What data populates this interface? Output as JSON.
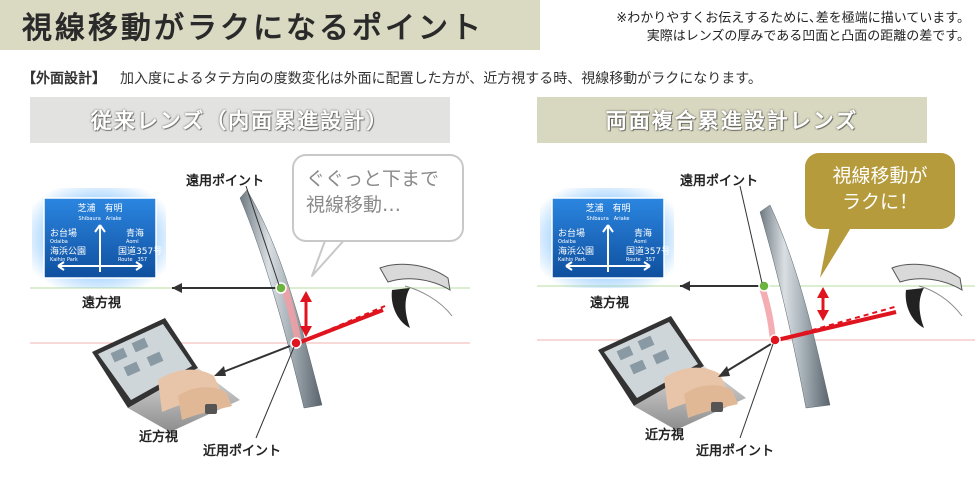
{
  "header": {
    "title": "視線移動がラクになるポイント",
    "note_line1": "※わかりやすくお伝えするために､差を極端に描いています。",
    "note_line2": "実際はレンズの厚みである凹面と凸面の距離の差です。"
  },
  "intro": {
    "tag": "【外面設計】",
    "text": "加入度によるタテ方向の度数変化は外面に配置した方が、近方視する時、視線移動がラクになります。"
  },
  "left_panel": {
    "banner": "従来レンズ（内面累進設計）",
    "far_point": "遠用ポイント",
    "near_point": "近用ポイント",
    "far_view": "遠方視",
    "near_view": "近方視",
    "bubble_line1": "ぐぐっと下まで",
    "bubble_line2": "視線移動…"
  },
  "right_panel": {
    "banner": "両面複合累進設計レンズ",
    "far_point": "遠用ポイント",
    "near_point": "近用ポイント",
    "far_view": "遠方視",
    "near_view": "近方視",
    "bubble_line1": "視線移動が",
    "bubble_line2": "ラクに！"
  },
  "road_sign": {
    "line1": "芝浦　有明",
    "line1_roman": "Shibaura　Ariake",
    "line2_left": "お台場",
    "line2_left_roman": "Odaiba",
    "line2_right": "青海",
    "line2_right_roman": "Aomi",
    "line3_left": "海浜公園",
    "line3_left_roman": "Kaihin Park",
    "line3_right": "国道357号",
    "line3_right_roman": "Route　357"
  },
  "colors": {
    "title_bg": "#dad9c2",
    "right_banner_bg": "#d8d7c0",
    "left_banner_bg": "#e2e2e0",
    "sight_line": "#e0141e",
    "far_dot": "#6db33f",
    "sign_blue": "#1a6fc4",
    "bubble_gold": "#b59b3c"
  }
}
